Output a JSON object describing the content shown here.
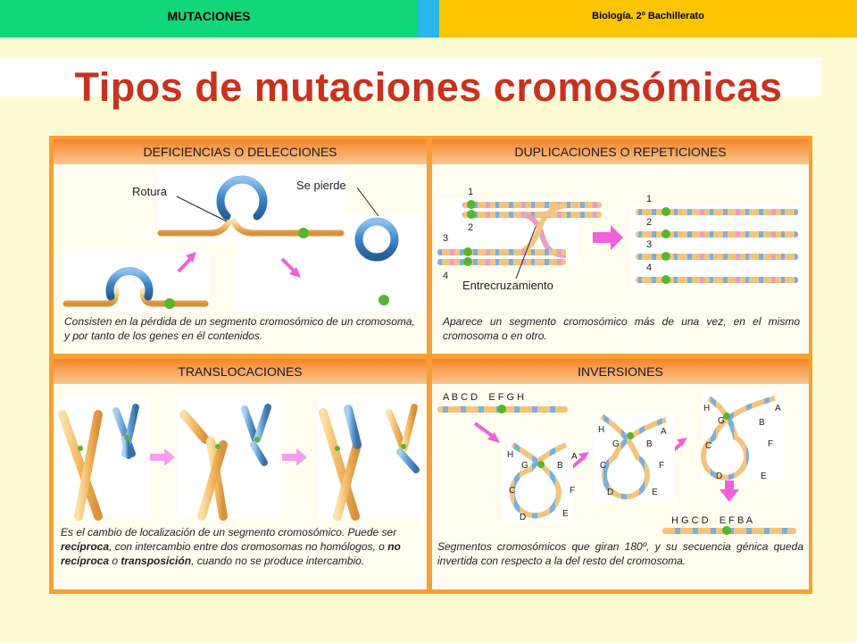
{
  "header": {
    "left_label": "MUTACIONES",
    "right_label": "Biología. 2º Bachillerato"
  },
  "title": "Tipos de mutaciones cromosómicas",
  "panels": {
    "deficiencias": {
      "heading": "DEFICIENCIAS O DELECCIONES",
      "label_rotura": "Rotura",
      "label_se_pierde": "Se pierde",
      "description": "Consisten en la pérdida de un segmento cromosómico de un cromosoma, y por tanto de los genes en él contenidos."
    },
    "duplicaciones": {
      "heading": "DUPLICACIONES O REPETICIONES",
      "left_numbers": [
        "1",
        "2",
        "3",
        "4"
      ],
      "right_numbers": [
        "1",
        "2",
        "3",
        "4"
      ],
      "label_entrecruzamiento": "Entrecruzamiento",
      "description": "Aparece un segmento cromosómico más de una vez, en el mismo cromosoma o en otro."
    },
    "translocaciones": {
      "heading": "TRANSLOCACIONES",
      "desc_1": "Es el cambio de localización de un segmento cromosómico. Puede ser ",
      "desc_reciproca": "recíproca",
      "desc_2": ", con intercambio entre dos cromosomas no homólogos, o ",
      "desc_no_reciproca": "no recíproca",
      "desc_3": " o ",
      "desc_transposicion": "transposición",
      "desc_4": ", cuando no se produce intercambio."
    },
    "inversiones": {
      "heading": "INVERSIONES",
      "sequence_original": "A B C D    E F G H",
      "sequence_inverted": "H G C D    E F B A",
      "loop1": {
        "H": "H",
        "G": "G",
        "B": "B",
        "A": "A",
        "C": "C",
        "F": "F",
        "D": "D",
        "E": "E"
      },
      "description": "Segmentos cromosómicos que giran 180º, y su secuencia génica queda invertida con respecto a la del resto del cromosoma."
    }
  },
  "colors": {
    "title": "#c8321e",
    "frame": "#f8a034",
    "chromosome_orange": "#f2c27a",
    "chromosome_blue": "#3e86c8",
    "centromere": "#58b52e",
    "arrow": "#f060d8"
  }
}
